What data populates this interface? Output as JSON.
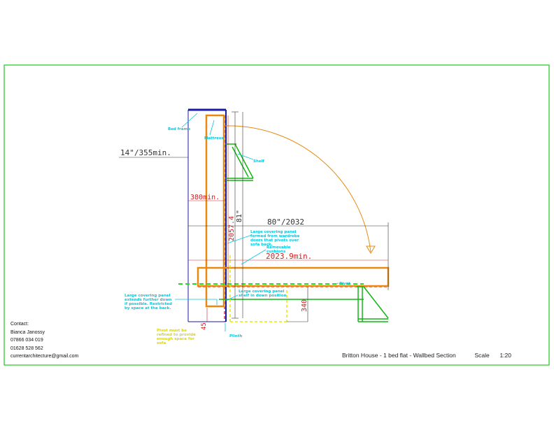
{
  "colors": {
    "border": "#1ec81e",
    "bed_frame": "#1a1aa8",
    "mattress": "#e88a10",
    "dashed_red": "#dd1111",
    "dashed_green": "#28d828",
    "shelf": "#13b513",
    "plinth": "#e8e800",
    "note_text": "#00c8e0",
    "dimension": "#333333",
    "dimension_red": "#cc2222"
  },
  "dimensions": {
    "wall_gap": "14\"/355min.",
    "frame_width": "380min.",
    "height_mm": "2057.4",
    "height_in": "81\"",
    "length_in": "80\"/2032",
    "length_min": "2023.9min.",
    "shelf_height": "340",
    "floor_gap": "45"
  },
  "notes": {
    "bed_frame": "Bed frame",
    "mattress": "Mattress",
    "shelf": "Shelf",
    "covering_panel_top": [
      "Large covering panel",
      "formed from wardrobe",
      "doors that pivots over",
      "sofa back."
    ],
    "removable_cushions": [
      "Removable",
      "cushions"
    ],
    "pivot": "Pivot",
    "covering_panel_bottom": [
      "Large covering panel",
      "shelf in down position"
    ],
    "covering_panel_left": [
      "Large covering panel",
      "extends further down",
      "if possible. Restricted",
      "by space at the back."
    ],
    "pivot_refine": [
      "Pivot must be",
      "refined to provide",
      "enough space for",
      "sofa"
    ],
    "plinth": "Plinth"
  },
  "contact": {
    "heading": "Contact:",
    "name": "Bianca Janossy",
    "phone1": "07866 034 019",
    "phone2": "01628 528 562",
    "email": "currentarchitecture@gmail.com"
  },
  "title_block": {
    "title": "Britton House - 1 bed flat - Wallbed Section",
    "scale_label": "Scale",
    "scale_value": "1:20"
  }
}
